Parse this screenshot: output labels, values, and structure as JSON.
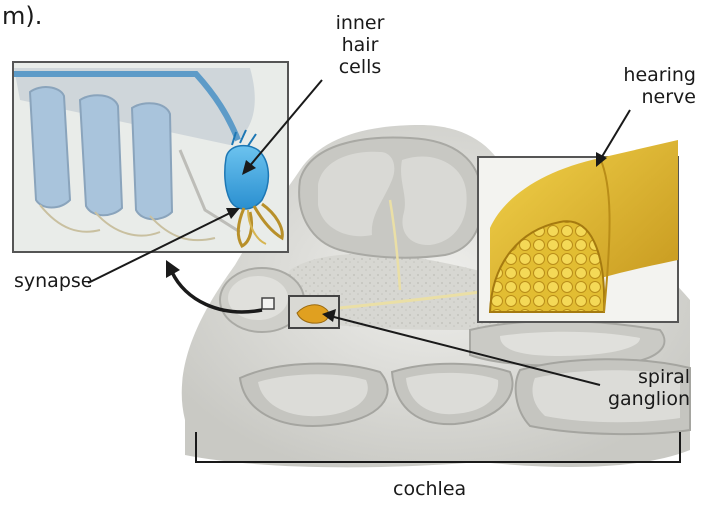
{
  "top_fragment": "m).",
  "labels": {
    "inner_hair_cells": [
      "inner",
      "hair",
      "cells"
    ],
    "hearing_nerve": [
      "hearing",
      "nerve"
    ],
    "synapse": "synapse",
    "spiral_ganglion": [
      "spiral",
      "ganglion"
    ],
    "cochlea": "cochlea"
  },
  "colors": {
    "hair_cell_blue": "#3ea9e0",
    "chamber_blue": "#a9c4dc",
    "nerve_yellow": "#e3b830",
    "ganglion_orange": "#e0a020",
    "tissue_gray": "#dcdcd7",
    "ink": "#1a1a1a"
  }
}
